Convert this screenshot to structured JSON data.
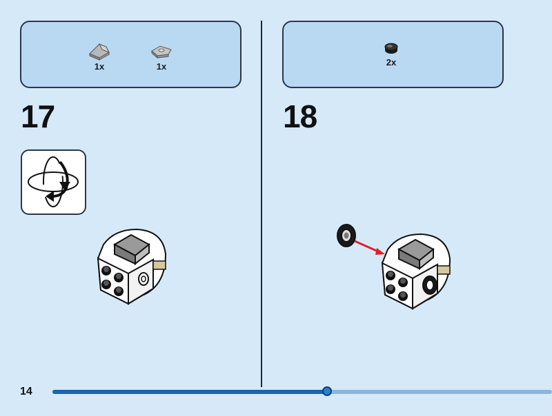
{
  "steps": [
    {
      "number": "17",
      "parts": [
        {
          "name": "slope-brick",
          "qty": "1x"
        },
        {
          "name": "wedge-plate",
          "qty": "1x"
        }
      ],
      "rotate_hint": "rotate-model-icon"
    },
    {
      "number": "18",
      "parts": [
        {
          "name": "round-tile-black",
          "qty": "2x"
        }
      ]
    }
  ],
  "footer": {
    "page_number": "14",
    "progress_percent": 55
  },
  "colors": {
    "background": "#d6e9f8",
    "parts_box": "#b9d9f3",
    "progress_fill": "#1565b2",
    "progress_track": "#8fb3de",
    "arrow": "#e0202a"
  }
}
